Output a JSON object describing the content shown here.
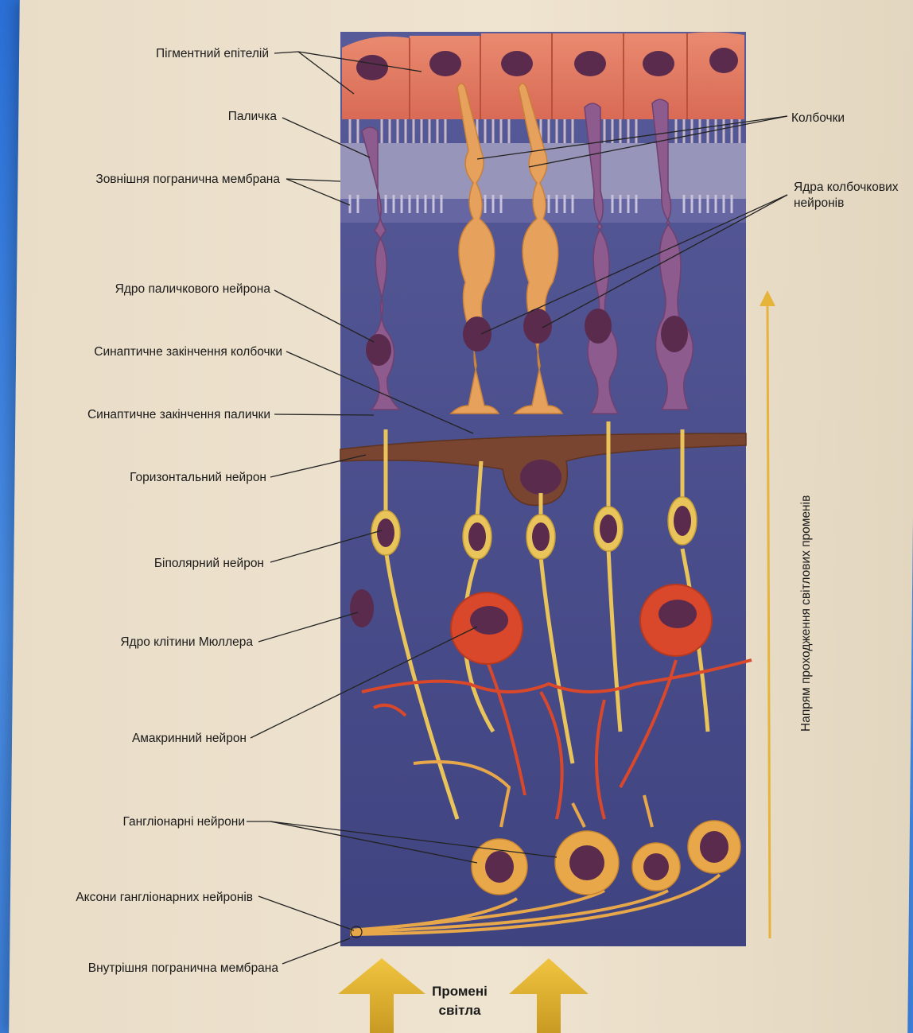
{
  "labels": {
    "pigment_epithelium": "Пігментний епітелій",
    "rod": "Паличка",
    "outer_limiting_membrane": "Зовнішня погранична мембрана",
    "rod_neuron_nucleus": "Ядро паличкового нейрона",
    "cone_synaptic_ending": "Синаптичне закінчення колбочки",
    "rod_synaptic_ending": "Синаптичне закінчення палички",
    "horizontal_neuron": "Горизонтальний нейрон",
    "bipolar_neuron": "Біполярний нейрон",
    "muller_cell_nucleus": "Ядро клітини Мюллера",
    "amacrine_neuron": "Амакринний нейрон",
    "ganglion_neurons": "Гангліонарні нейрони",
    "ganglion_axons": "Аксони гангліонарних нейронів",
    "inner_limiting_membrane": "Внутрішня погранична мембрана",
    "cones": "Колбочки",
    "cone_nuclei_line1": "Ядра колбочкових",
    "cone_nuclei_line2": "нейронів",
    "light_direction": "Напрям проходження світлових променів",
    "light_rays_line1": "Промені",
    "light_rays_line2": "світла"
  },
  "colors": {
    "retina_bg": "#4d4f8e",
    "pigment": "#e27a62",
    "nucleus": "#5a2a4a",
    "rod_cell": "#8e5c8e",
    "cone_cell": "#e7a25e",
    "horizontal": "#7a4530",
    "neuron_yellow": "#e8c45a",
    "amacrine": "#d9482a",
    "arrow": "#d4a821"
  }
}
